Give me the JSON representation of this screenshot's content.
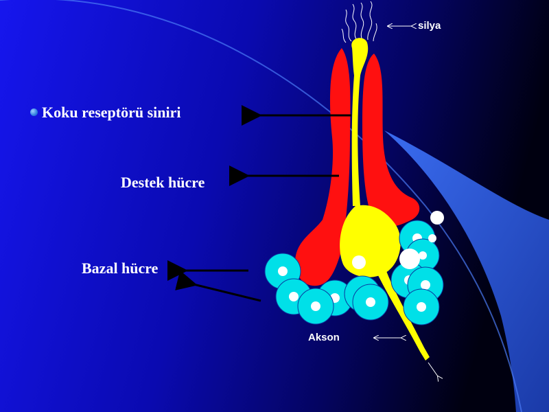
{
  "labels": {
    "receptor": "Koku reseptörü siniri",
    "support": "Destek hücre",
    "basal": "Bazal hücre",
    "cilia": "silya",
    "axon": "Akson"
  },
  "colors": {
    "background_left": "#1010e0",
    "background_right": "#000018",
    "arc_light": "#2a5ae8",
    "support_cell": "#ff1010",
    "receptor_neuron": "#ffff00",
    "basal_cell": "#00e0e8",
    "nucleus": "#ffffff",
    "text": "#ffffff"
  }
}
